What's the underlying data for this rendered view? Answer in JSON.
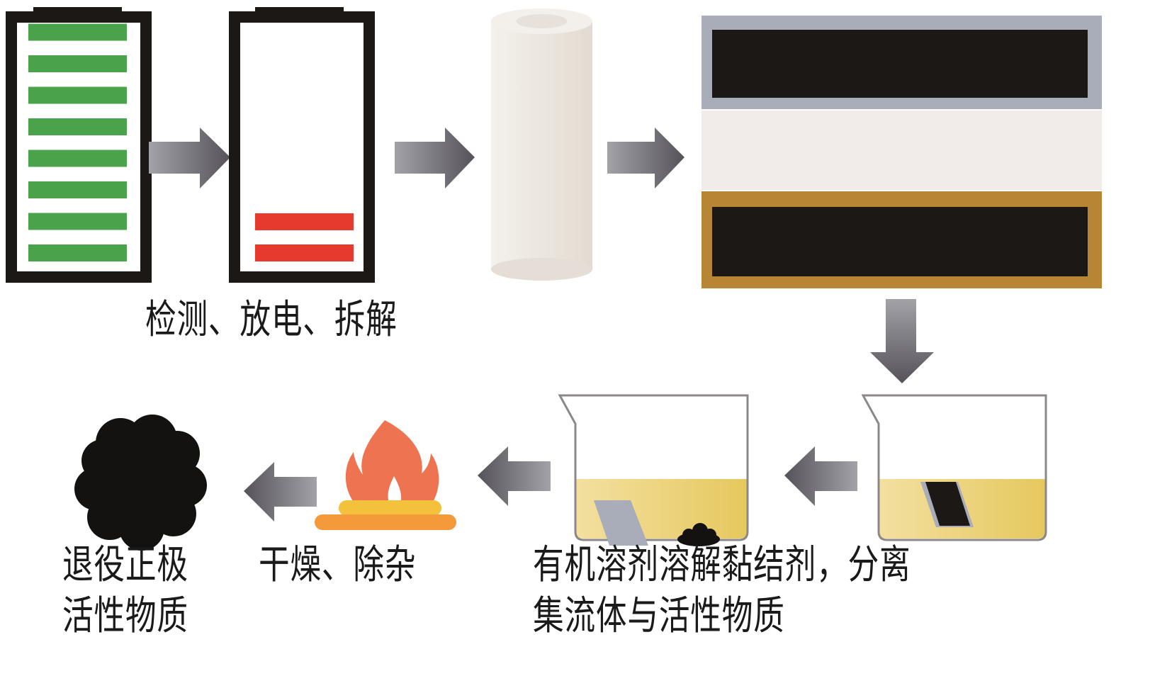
{
  "title": "退役锂电池正极活性物质回收流程",
  "colors": {
    "battery_outline": "#1b1816",
    "charge_bar_full": "#4aa34b",
    "charge_bar_low": "#e63a2e",
    "arrow_light": "#9a9aa0",
    "arrow_dark": "#5a565a",
    "roll": "#ece7e0",
    "electrode_top_frame": "#a9adb9",
    "electrode_bottom_frame": "#b68634",
    "active_material": "#1b1816",
    "separator": "#f1ece9",
    "solution": "#ebd37c",
    "beaker_outline": "#8c8888",
    "flame": "#ee7350",
    "burner_top": "#f3c13c",
    "burner_base": "#f49a3a",
    "powder": "#141211"
  },
  "steps": [
    {
      "id": "full-battery",
      "description": "退役电池",
      "charge_bars": 8,
      "charge_level": 1.0
    },
    {
      "id": "discharged-battery",
      "description": "放电后电池",
      "charge_bars": 2,
      "charge_level": 0.25
    },
    {
      "id": "cell-roll",
      "description": "电芯卷"
    },
    {
      "id": "electrode-layers",
      "description": "正极/隔膜/负极"
    },
    {
      "id": "beaker-electrode",
      "description": "极片浸入有机溶剂"
    },
    {
      "id": "beaker-separated",
      "description": "集流体与活性物质分离"
    },
    {
      "id": "heating",
      "description": "加热"
    },
    {
      "id": "powder",
      "description": "活性物质粉末"
    }
  ],
  "labels": {
    "step1": "检测、放电、拆解",
    "step2_line1": "有机溶剂溶解黏结剂，分离",
    "step2_line2": "集流体与活性物质",
    "step3": "干燥、除杂",
    "step4_line1": "退役正极",
    "step4_line2": "活性物质"
  }
}
